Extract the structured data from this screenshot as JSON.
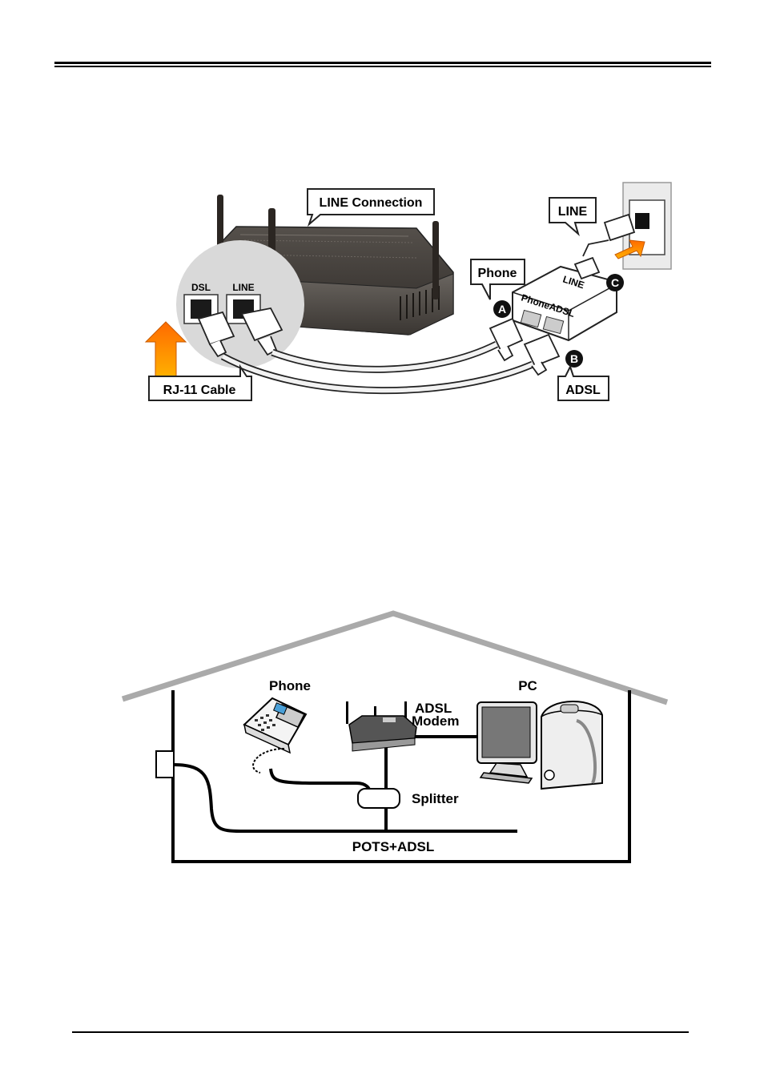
{
  "figure1": {
    "callouts": {
      "line_connection": "LINE Connection",
      "line": "LINE",
      "phone": "Phone",
      "rj11_cable": "RJ-11 Cable",
      "adsl": "ADSL"
    },
    "router_ports": {
      "dsl": "DSL",
      "line": "LINE"
    },
    "splitter_labels": {
      "line": "LINE",
      "phone": "Phone",
      "adsl": "ADSL"
    },
    "markers": {
      "a": "A",
      "b": "B",
      "c": "C"
    },
    "arrow_color": "#f5a000",
    "antenna_color": "#2b2622"
  },
  "figure2": {
    "labels": {
      "phone": "Phone",
      "pc": "PC",
      "adsl": "ADSL",
      "modem": "Modem",
      "splitter": "Splitter",
      "pots_adsl": "POTS+ADSL"
    },
    "roof_color": "#aaaaaa"
  }
}
